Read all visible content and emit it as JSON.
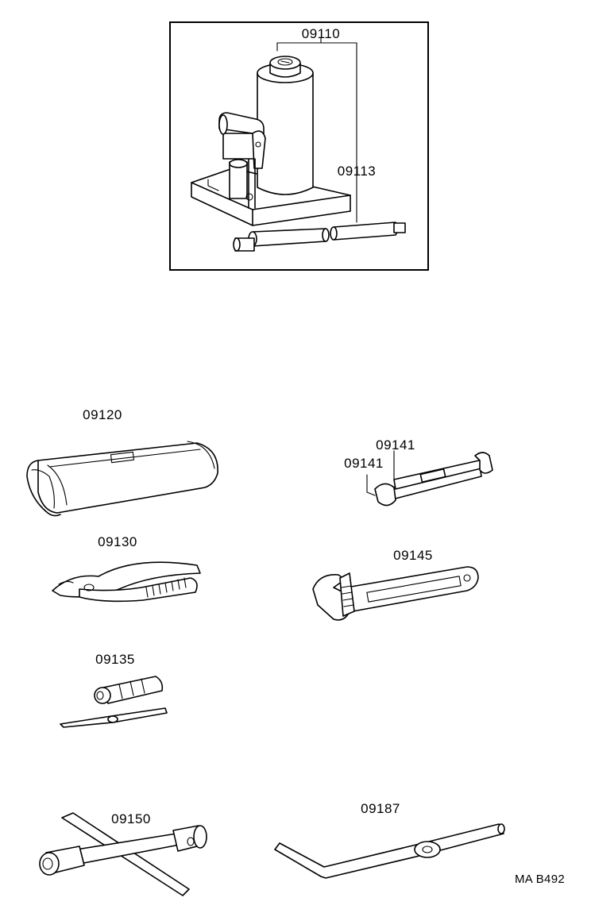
{
  "diagram": {
    "parts": [
      {
        "number": "09110",
        "item": "jack"
      },
      {
        "number": "09113",
        "item": "jack-handle"
      },
      {
        "number": "09120",
        "item": "tool-bag"
      },
      {
        "number": "09141",
        "item": "open-end-wrench"
      },
      {
        "number": "09141",
        "item": "open-end-wrench"
      },
      {
        "number": "09130",
        "item": "pliers"
      },
      {
        "number": "09145",
        "item": "adjustable-wrench"
      },
      {
        "number": "09135",
        "item": "screwdriver"
      },
      {
        "number": "09150",
        "item": "wheel-nut-wrench"
      },
      {
        "number": "09187",
        "item": "crank-handle"
      }
    ],
    "reference_code": "MA B492"
  }
}
